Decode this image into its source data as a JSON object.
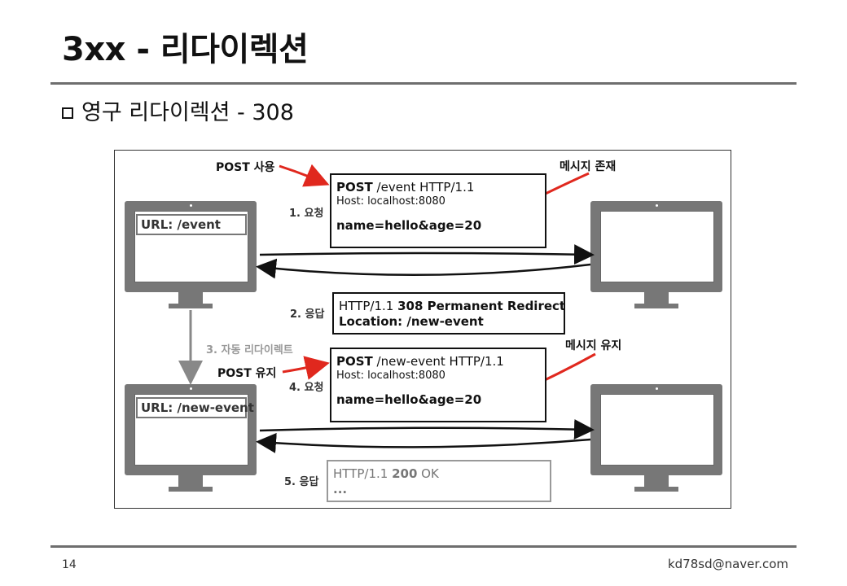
{
  "title": "3xx - 리다이렉션",
  "subtitle": "영구 리다이렉션 - 308",
  "diagram": {
    "client_top_url": "URL: /event",
    "client_bottom_url": "URL: /new-event",
    "step1_label": "1. 요청",
    "step2_label": "2. 응답",
    "step3_label": "3. 자동 리다이렉트",
    "step4_label": "4. 요청",
    "step5_label": "5. 응답",
    "request1": {
      "method": "POST",
      "path": " /event HTTP/1.1",
      "host": "Host: localhost:8080",
      "body": "name=hello&age=20"
    },
    "response1": {
      "status_prefix": "HTTP/1.1 ",
      "status": "308 Permanent Redirect",
      "location": "Location: /new-event"
    },
    "request2": {
      "method": "POST",
      "path": " /new-event HTTP/1.1",
      "host": "Host: localhost:8080",
      "body": "name=hello&age=20"
    },
    "response2": {
      "status_prefix": "HTTP/1.1 ",
      "status_code": "200",
      "status_text": " OK",
      "ellipsis": "..."
    },
    "callout_post_use": "POST 사용",
    "callout_msg_exists": "메시지 존재",
    "callout_post_keep": "POST 유지",
    "callout_msg_keep": "메시지 유지",
    "colors": {
      "arrow_red": "#e0281e",
      "monitor_gray": "#777777"
    }
  },
  "footer": {
    "page": "14",
    "email": "kd78sd@naver.com"
  }
}
